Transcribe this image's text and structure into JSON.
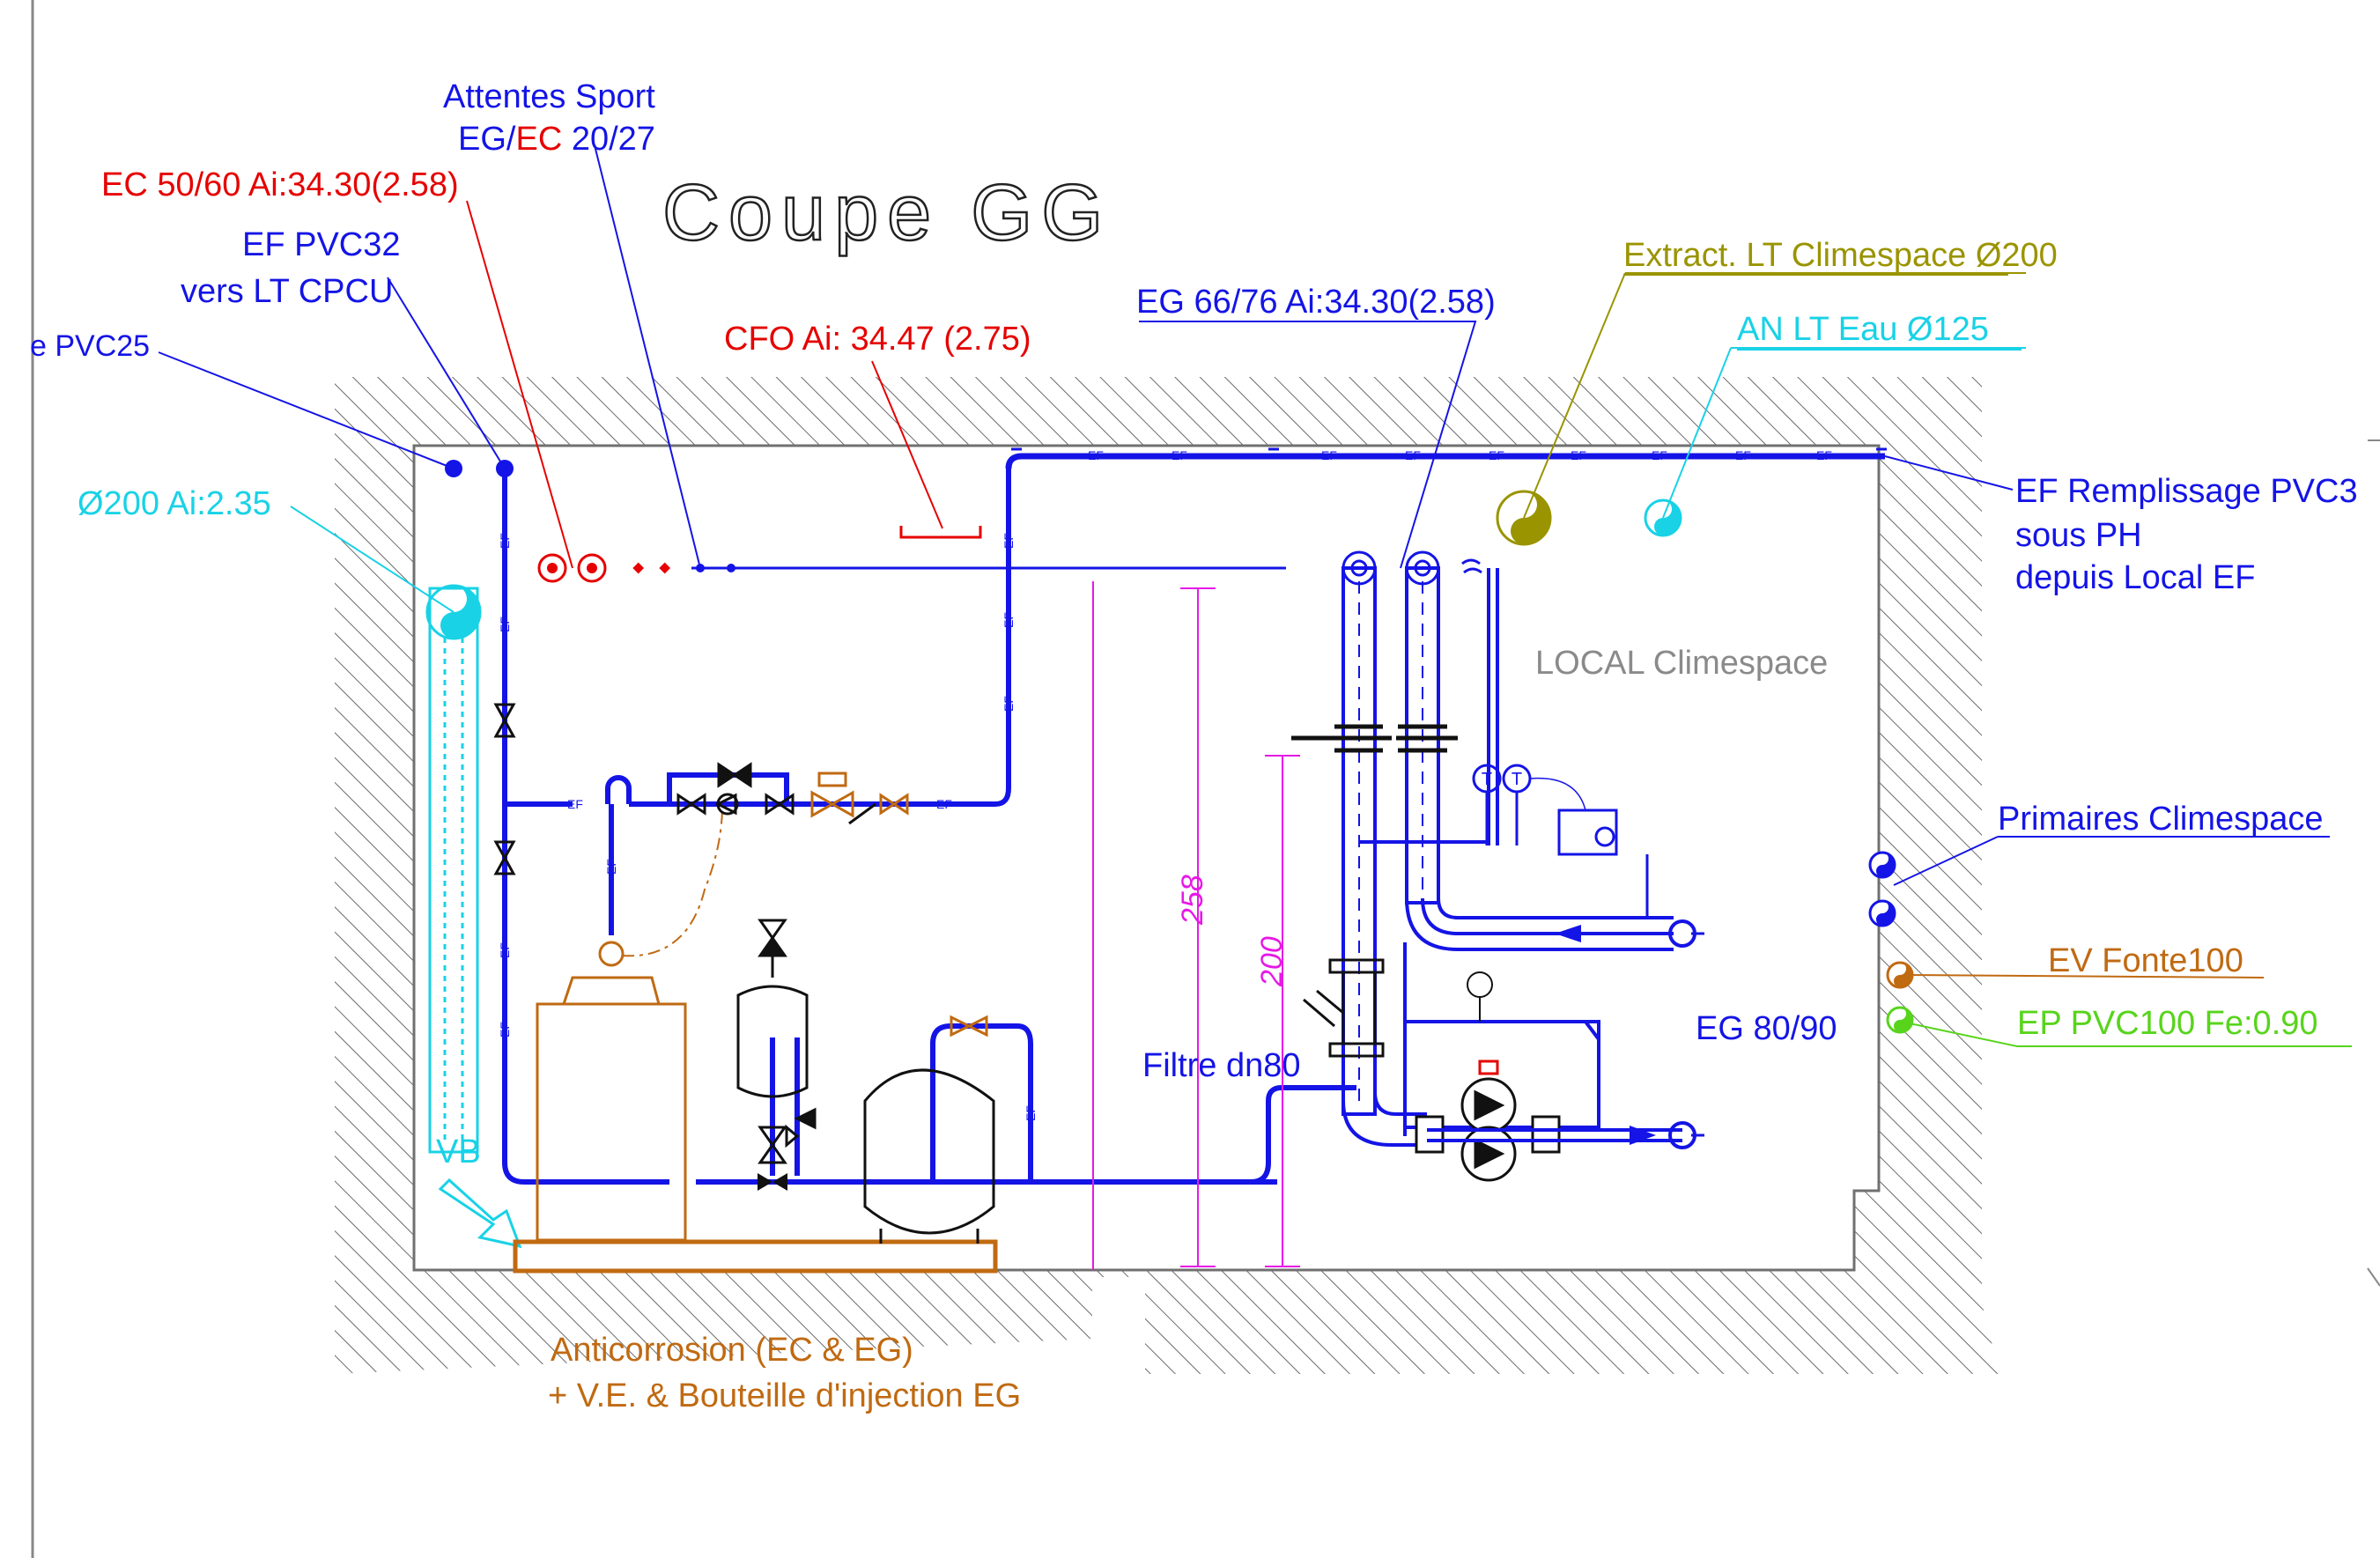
{
  "title": "Coupe  GG",
  "labels": {
    "attentes_line1": "Attentes Sport",
    "attentes_eg": "EG/",
    "attentes_ec": "EC",
    "attentes_rest": " 20/27",
    "ec_5060": "EC 50/60 Ai:34.30(2.58)",
    "ef_pvc32_line1": "EF PVC32",
    "ef_pvc32_line2": "vers LT CPCU",
    "pvc25": "e PVC25",
    "d200_ai": "Ø200 Ai:2.35",
    "cfo": "CFO Ai: 34.47 (2.75)",
    "eg_6676": "EG 66/76 Ai:34.30(2.58)",
    "extract": "Extract. LT Climespace Ø200",
    "an_lt": "AN LT Eau Ø125",
    "ef_remp_line1": "EF Remplissage PVC3",
    "ef_remp_line2": "sous PH",
    "ef_remp_line3": "depuis Local EF",
    "local": "LOCAL Climespace",
    "primaires": "Primaires Climespace",
    "ev_fonte": "EV Fonte100",
    "ep_pvc": "EP PVC100 Fe:0.90",
    "eg_8090": "EG 80/90",
    "filtre": "Filtre dn80",
    "vb": "VB",
    "anticor_line1": "Anticorrosion (EC & EG)",
    "anticor_line2": "+ V.E. & Bouteille d'injection EG",
    "pipe_tag": "EF"
  },
  "dimensions": {
    "d258": "258",
    "d200": "200"
  },
  "colors": {
    "blue": "#1414e6",
    "red": "#e60000",
    "cyan": "#19d2e6",
    "olive": "#9a9400",
    "brown": "#c06a12",
    "green": "#58d41c",
    "magenta": "#e619e6",
    "grey": "#8a8a8a",
    "black": "#111111"
  }
}
